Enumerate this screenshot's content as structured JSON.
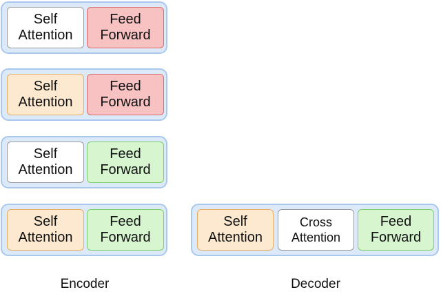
{
  "encoder": {
    "label": "Encoder",
    "layers": [
      {
        "attention": {
          "line1": "Self",
          "line2": "Attention",
          "style": "white"
        },
        "ffn": {
          "line1": "Feed",
          "line2": "Forward",
          "style": "red"
        }
      },
      {
        "attention": {
          "line1": "Self",
          "line2": "Attention",
          "style": "orange"
        },
        "ffn": {
          "line1": "Feed",
          "line2": "Forward",
          "style": "red"
        }
      },
      {
        "attention": {
          "line1": "Self",
          "line2": "Attention",
          "style": "white"
        },
        "ffn": {
          "line1": "Feed",
          "line2": "Forward",
          "style": "green"
        }
      },
      {
        "attention": {
          "line1": "Self",
          "line2": "Attention",
          "style": "orange"
        },
        "ffn": {
          "line1": "Feed",
          "line2": "Forward",
          "style": "green"
        }
      }
    ]
  },
  "decoder": {
    "label": "Decoder",
    "layer": {
      "self_attention": {
        "line1": "Self",
        "line2": "Attention",
        "style": "orange"
      },
      "cross_attention": {
        "line1": "Cross",
        "line2": "Attention",
        "style": "white"
      },
      "ffn": {
        "line1": "Feed",
        "line2": "Forward",
        "style": "green"
      }
    }
  },
  "colors": {
    "layer_fill": "#dce9f8",
    "layer_border": "#a9c8ee",
    "white_block": "#ffffff",
    "orange_block": "#fce9cf",
    "red_block": "#f8c2c2",
    "green_block": "#d7f6cf"
  }
}
